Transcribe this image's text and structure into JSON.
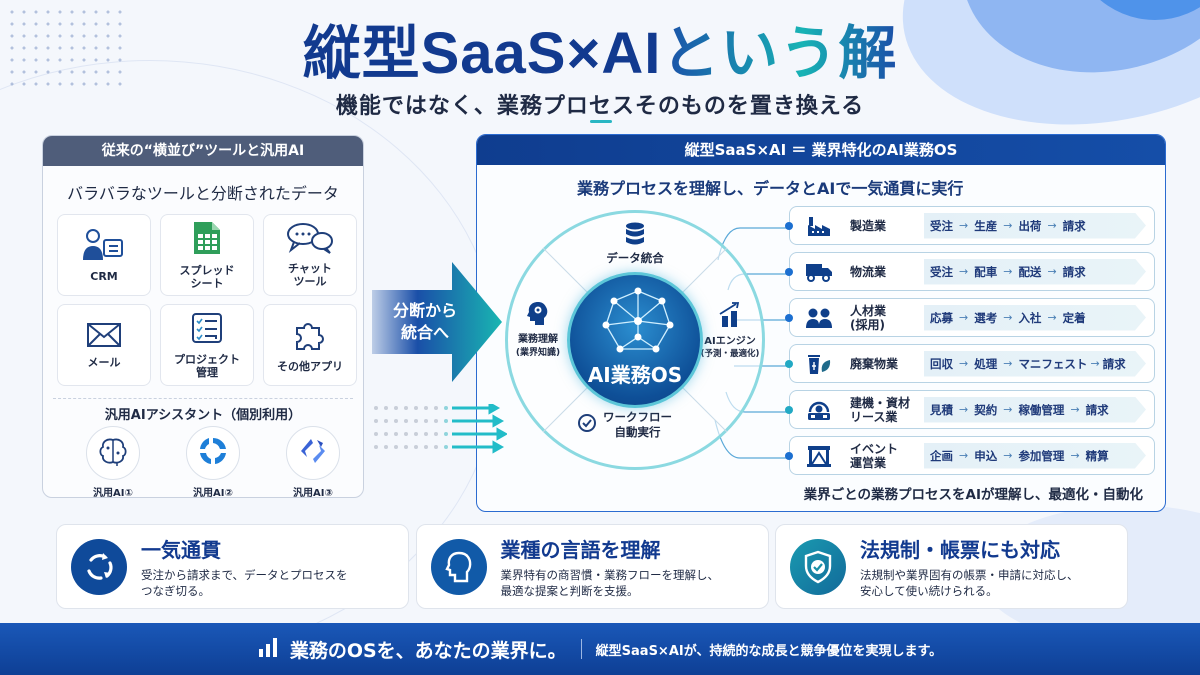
{
  "header": {
    "title_main": "縦型SaaS×AI",
    "title_accent": "という解",
    "subtitle": "機能ではなく、業務プロセスそのものを置き換える"
  },
  "left_panel": {
    "heading": "従来の“横並び”ツールと汎用AI",
    "subheading": "バラバラなツールと分断されたデータ",
    "tools": [
      {
        "icon": "crm-icon",
        "label": "CRM"
      },
      {
        "icon": "spreadsheet-icon",
        "label": "スプレッド\nシート"
      },
      {
        "icon": "chat-icon",
        "label": "チャット\nツール"
      },
      {
        "icon": "mail-icon",
        "label": "メール"
      },
      {
        "icon": "checklist-icon",
        "label": "プロジェクト\n管理"
      },
      {
        "icon": "puzzle-icon",
        "label": "その他アプリ"
      }
    ],
    "ai_heading": "汎用AIアシスタント（個別利用）",
    "ai_tools": [
      {
        "icon": "brain-icon",
        "label": "汎用AI①"
      },
      {
        "icon": "swirl-icon",
        "label": "汎用AI②"
      },
      {
        "icon": "diamond-icon",
        "label": "汎用AI③"
      }
    ]
  },
  "transition": {
    "arrow_label_1": "分断から",
    "arrow_label_2": "統合へ"
  },
  "right_panel": {
    "heading": "縦型SaaS×AI ＝ 業界特化のAI業務OS",
    "subheading": "業務プロセスを理解し、データとAIで一気通貫に実行",
    "hub": {
      "core_label": "AI業務OS",
      "top_label": "データ統合",
      "left_label_1": "業務理解",
      "left_label_2": "(業界知識)",
      "right_label_1": "AIエンジン",
      "right_label_2": "(予測・最適化)",
      "bottom_label_1": "ワークフロー",
      "bottom_label_2": "自動実行"
    },
    "industries": [
      {
        "icon": "factory-icon",
        "name": "製造業",
        "steps": [
          "受注",
          "生産",
          "出荷",
          "請求"
        ]
      },
      {
        "icon": "truck-icon",
        "name": "物流業",
        "steps": [
          "受注",
          "配車",
          "配送",
          "請求"
        ]
      },
      {
        "icon": "people-icon",
        "name": "人材業\n(採用)",
        "steps": [
          "応募",
          "選考",
          "入社",
          "定着"
        ]
      },
      {
        "icon": "recycle-bin-icon",
        "name": "廃棄物業",
        "steps": [
          "回収",
          "処理",
          "マニフェスト",
          "請求"
        ]
      },
      {
        "icon": "construction-machine-icon",
        "name": "建機・資材\nリース業",
        "steps": [
          "見積",
          "契約",
          "稼働管理",
          "請求"
        ]
      },
      {
        "icon": "event-stage-icon",
        "name": "イベント\n運営業",
        "steps": [
          "企画",
          "申込",
          "参加管理",
          "精算"
        ]
      }
    ],
    "footer_note": "業界ごとの業務プロセスをAIが理解し、最適化・自動化"
  },
  "features": [
    {
      "icon": "cycle-icon",
      "title": "一気通貫",
      "desc_1": "受注から請求まで、データとプロセスを",
      "desc_2": "つなぎ切る。",
      "color": "#0f4a9a"
    },
    {
      "icon": "head-icon",
      "title": "業種の言語を理解",
      "desc_1": "業界特有の商習慣・業務フローを理解し、",
      "desc_2": "最適な提案と判断を支援。",
      "color": "#115aa8"
    },
    {
      "icon": "shield-check-icon",
      "title": "法規制・帳票にも対応",
      "desc_1": "法規制や業界固有の帳票・申請に対応し、",
      "desc_2": "安心して使い続けられる。",
      "color": "#1a8fa6"
    }
  ],
  "footer": {
    "main": "業務のOSを、あなたの業界に。",
    "secondary": "縦型SaaS×AIが、持続的な成長と競争優位を実現します。"
  },
  "colors": {
    "primary": "#123a8f",
    "accent_teal": "#18b3b5",
    "footer_blue": "#0e3f95",
    "left_header": "#4f5d7a"
  }
}
